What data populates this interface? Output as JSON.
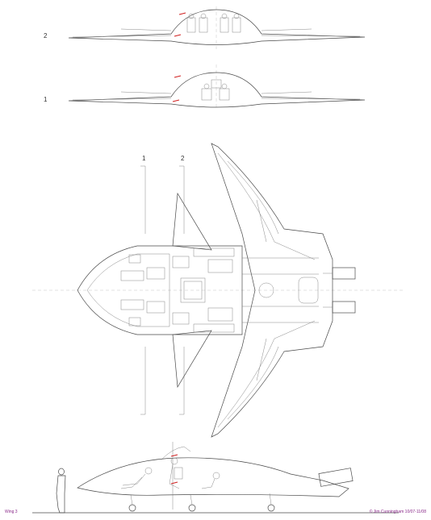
{
  "section_labels": {
    "top": "2",
    "bottom": "1"
  },
  "plan_labels": {
    "left": "1",
    "right": "2"
  },
  "footer": {
    "left": "Wing 3",
    "right": "© Jim Cunningham 10/07-11/08"
  },
  "colors": {
    "line": "#4a4a4a",
    "marker": "#d02020",
    "footer_text": "#8a2a8a"
  }
}
